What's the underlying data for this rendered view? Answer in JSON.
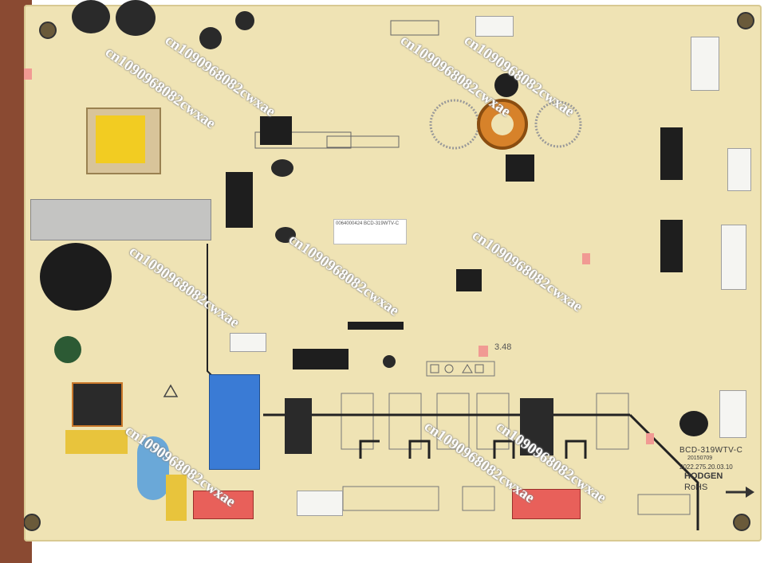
{
  "board": {
    "model_label": "BCD-319WTV-C",
    "code_label": "20150709",
    "date_label": "2022.275.20.03.10",
    "brand_label": "HODGEN",
    "rohs_label": "RoHS",
    "number_label": "3.48",
    "sticker_text": "0064000424  BCD-319WTV-C"
  },
  "watermark": {
    "text": "cn1090968082cwxae"
  }
}
